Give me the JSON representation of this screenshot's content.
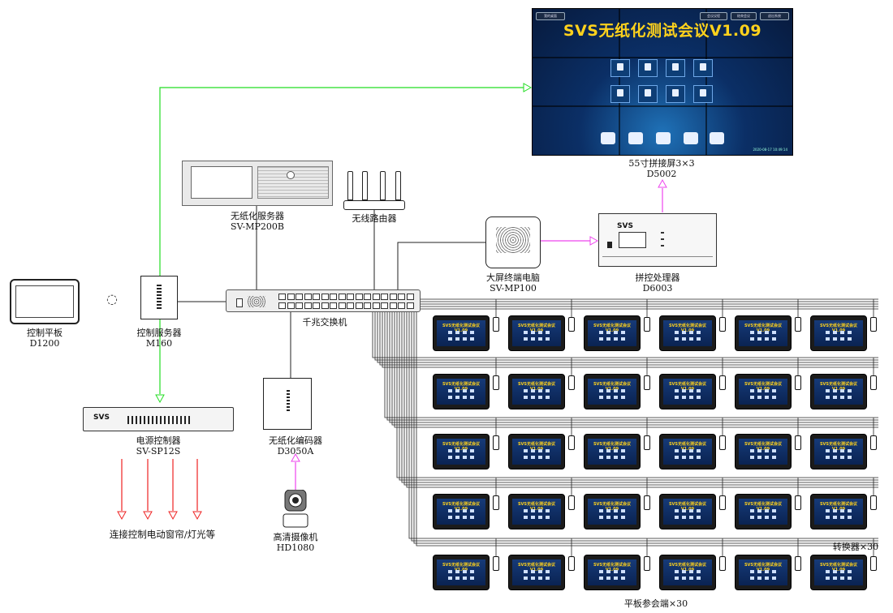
{
  "video_wall": {
    "title": "SVS无纸化测试会议V1.09",
    "top_buttons": [
      "我的桌面",
      "会议议程",
      "结束会议",
      "退出系统"
    ],
    "footer": "2020-08-17 10:49:14",
    "label_line1": "55寸拼接屏3×3",
    "label_line2": "D5002"
  },
  "server": {
    "label_line1": "无纸化服务器",
    "label_line2": "SV-MP200B"
  },
  "router": {
    "label_line1": "无线路由器"
  },
  "pc": {
    "label_line1": "大屏终端电脑",
    "label_line2": "SV-MP100"
  },
  "processor": {
    "brand": "SVS",
    "label_line1": "拼控处理器",
    "label_line2": "D6003"
  },
  "control_tablet": {
    "label_line1": "控制平板",
    "label_line2": "D1200"
  },
  "control_server": {
    "label_line1": "控制服务器",
    "label_line2": "M160"
  },
  "switch": {
    "label_line1": "千兆交换机"
  },
  "power_controller": {
    "brand": "SVS",
    "label_line1": "电源控制器",
    "label_line2": "SV-SP12S"
  },
  "encoder": {
    "label_line1": "无纸化编码器",
    "label_line2": "D3050A"
  },
  "camera": {
    "label_line1": "高清摄像机",
    "label_line2": "HD1080"
  },
  "power_outputs": {
    "label": "连接控制电动窗帘/灯光等"
  },
  "tablets": {
    "screen_title": "SVS无纸化测试会议V1.09",
    "label": "平板参会端×30",
    "converter_label": "转换器×30"
  },
  "colors": {
    "green_line": "#22dd22",
    "magenta_line": "#ee44ee",
    "red_line": "#ee2222",
    "wall_title": "#ffd21c"
  }
}
